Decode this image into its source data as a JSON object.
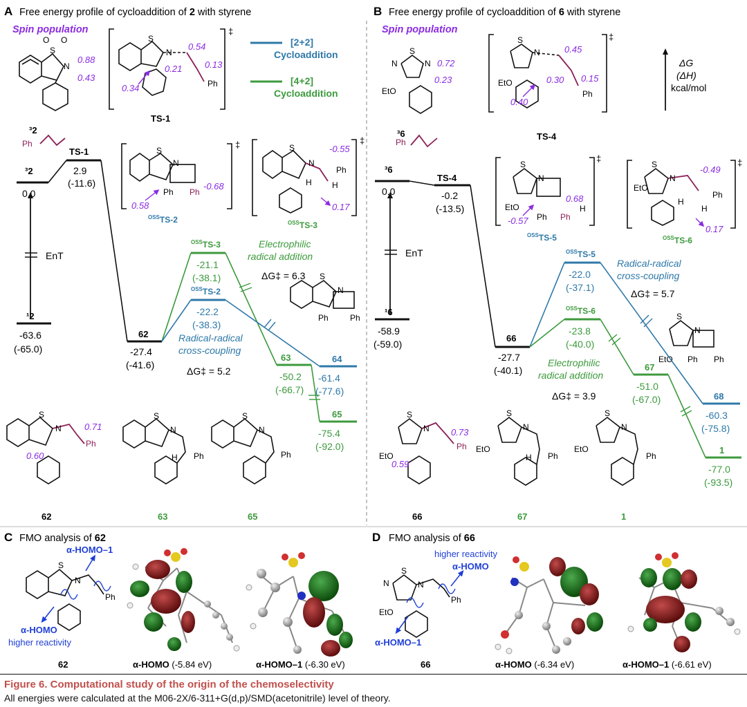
{
  "colors": {
    "c22": "#2e78a8",
    "c42": "#3c9a3c",
    "spin": "#8a2be2",
    "accent": "#c0504d",
    "fmo_arrow": "#1f3fd6",
    "bond": "#8b1f56"
  },
  "panelA": {
    "letter": "A",
    "title": "Free energy profile of cycloaddition of ",
    "title_num": "2",
    "title_end": " with styrene",
    "spin_label": "Spin population",
    "start_label": "³2",
    "spins_32": [
      "0.88",
      "0.43"
    ],
    "ts1_label": "TS-1",
    "ts1_spins": [
      "0.54",
      "0.21",
      "0.13",
      "0.34"
    ],
    "ts2_label": "TS-2",
    "ts2_spins": [
      "-0.68",
      "0.58"
    ],
    "ts3_label": "TS-3",
    "ts3_spins": [
      "-0.55",
      "0.17"
    ],
    "oss": "OSS",
    "legend_22": [
      "[2+2]",
      "Cycloaddition"
    ],
    "legend_42": [
      "[4+2]",
      "Cycloaddition"
    ],
    "styrene_ph": "Ph",
    "ph": "Ph",
    "h": "H",
    "levels": {
      "s1_2": {
        "label": "¹2",
        "g": "-63.6",
        "h": "(-65.0)"
      },
      "s3_2": {
        "label": "³2",
        "g": "0.0"
      },
      "ts1": {
        "label": "TS-1",
        "g": "2.9",
        "h": "(-11.6)"
      },
      "i62": {
        "label": "62",
        "g": "-27.4",
        "h": "(-41.6)"
      },
      "ts3": {
        "g": "-21.1",
        "h": "(-38.1)"
      },
      "ts2": {
        "g": "-22.2",
        "h": "(-38.3)"
      },
      "p63": {
        "label": "63",
        "g": "-50.2",
        "h": "(-66.7)"
      },
      "p64": {
        "label": "64",
        "g": "-61.4",
        "h": "(-77.6)"
      },
      "p65": {
        "label": "65",
        "g": "-75.4",
        "h": "(-92.0)"
      }
    },
    "ent": "EnT",
    "electrophilic": [
      "Electrophilic",
      "radical addition"
    ],
    "dg_electro": "ΔG‡ = 6.3",
    "radical": [
      "Radical-radical",
      "cross-coupling"
    ],
    "dg_radical": "ΔG‡ = 5.2",
    "bottom_labels": [
      "62",
      "63",
      "65"
    ],
    "spins_62": [
      "0.60",
      "0.71"
    ]
  },
  "panelB": {
    "letter": "B",
    "title": "Free energy profile of cycloaddition of ",
    "title_num": "6",
    "title_end": " with styrene",
    "spin_label": "Spin population",
    "start_label": "³6",
    "spins_36": [
      "0.72",
      "0.23"
    ],
    "eto": "EtO",
    "ts4_label": "TS-4",
    "ts4_spins": [
      "0.45",
      "0.30",
      "0.15",
      "0.40"
    ],
    "ts5_label": "TS-5",
    "ts5_spins": [
      "0.68",
      "-0.57"
    ],
    "ts6_label": "TS-6",
    "ts6_spins": [
      "-0.49",
      "0.17"
    ],
    "axis_label": [
      "ΔG",
      "(ΔH)",
      "kcal/mol"
    ],
    "levels": {
      "s1_6": {
        "label": "¹6",
        "g": "-58.9",
        "h": "(-59.0)"
      },
      "s3_6": {
        "label": "³6",
        "g": "0.0"
      },
      "ts4": {
        "label": "TS-4",
        "g": "-0.2",
        "h": "(-13.5)"
      },
      "i66": {
        "label": "66",
        "g": "-27.7",
        "h": "(-40.1)"
      },
      "ts5": {
        "g": "-22.0",
        "h": "(-37.1)"
      },
      "ts6": {
        "g": "-23.8",
        "h": "(-40.0)"
      },
      "p67": {
        "label": "67",
        "g": "-51.0",
        "h": "(-67.0)"
      },
      "p68": {
        "label": "68",
        "g": "-60.3",
        "h": "(-75.8)"
      },
      "p1": {
        "label": "1",
        "g": "-77.0",
        "h": "(-93.5)"
      }
    },
    "ent": "EnT",
    "radical": [
      "Radical-radical",
      "cross-coupling"
    ],
    "dg_radical": "ΔG‡ = 5.7",
    "electrophilic": [
      "Electrophilic",
      "radical addition"
    ],
    "dg_electro": "ΔG‡ = 3.9",
    "bottom_labels": [
      "66",
      "67",
      "1"
    ],
    "spins_66": [
      "0.59",
      "0.73"
    ]
  },
  "panelC": {
    "letter": "C",
    "title": "FMO analysis of ",
    "title_num": "62",
    "homo1_label": "α-HOMO–1",
    "homo_label": "α-HOMO",
    "higher": "higher reactivity",
    "mol_label": "62",
    "orb1_name": "α-HOMO",
    "orb1_energy": " (-5.84 eV)",
    "orb2_name": "α-HOMO–1",
    "orb2_energy": " (-6.30 eV)"
  },
  "panelD": {
    "letter": "D",
    "title": "FMO analysis of ",
    "title_num": "66",
    "higher": "higher reactivity",
    "homo_label": "α-HOMO",
    "homo1_label": "α-HOMO–1",
    "mol_label": "66",
    "orb1_name": "α-HOMO",
    "orb1_energy": " (-6.34 eV)",
    "orb2_name": "α-HOMO–1",
    "orb2_energy": " (-6.61 eV)"
  },
  "caption": {
    "title": "Figure 6.  Computational study of the origin of the chemoselectivity",
    "text": "All energies were calculated at the M06-2X/6-311+G(d,p)/SMD(acetonitrile) level of theory."
  }
}
